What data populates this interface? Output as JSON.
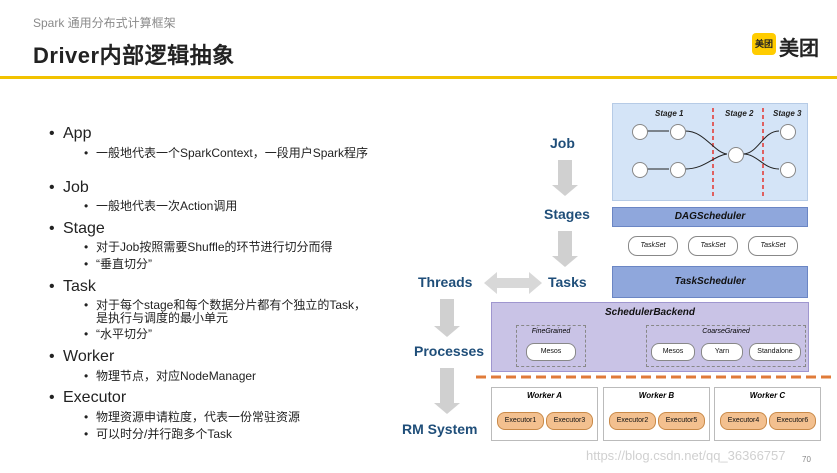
{
  "header": {
    "subtitle": "Spark 通用分布式计算框架",
    "title": "Driver内部逻辑抽象",
    "logo_box": "美团",
    "logo_text": "美团"
  },
  "bullets": [
    {
      "title": "App",
      "subs": [
        "一般地代表一个SparkContext，一段用户Spark程序"
      ]
    },
    {
      "title": "Job",
      "subs": [
        "一般地代表一次Action调用"
      ]
    },
    {
      "title": "Stage",
      "subs": [
        "对于Job按照需要Shuffle的环节进行切分而得",
        "“垂直切分”"
      ]
    },
    {
      "title": "Task",
      "subs": [
        "对于每个stage和每个数据分片都有个独立的Task，是执行与调度的最小单元",
        "“水平切分”"
      ]
    },
    {
      "title": "Worker",
      "subs": [
        "物理节点，对应NodeManager"
      ]
    },
    {
      "title": "Executor",
      "subs": [
        "物理资源申请粒度，代表一份常驻资源",
        "可以时分/并行跑多个Task"
      ]
    }
  ],
  "diagram": {
    "labels": {
      "job": "Job",
      "stages": "Stages",
      "tasks": "Tasks",
      "threads": "Threads",
      "processes": "Processes",
      "rm_system": "RM System"
    },
    "stage_labels": [
      "Stage 1",
      "Stage 2",
      "Stage 3"
    ],
    "dag_scheduler": "DAGScheduler",
    "tasksets": [
      "TaskSet",
      "TaskSet",
      "TaskSet"
    ],
    "task_scheduler": "TaskScheduler",
    "scheduler_backend": "SchedulerBackend",
    "fine_grained": {
      "title": "FineGrained",
      "items": [
        "Mesos"
      ]
    },
    "coarse_grained": {
      "title": "CoarseGrained",
      "items": [
        "Mesos",
        "Yarn",
        "Standalone"
      ]
    },
    "workers": [
      {
        "name": "Worker A",
        "executors": [
          "Executor1",
          "Executor3"
        ]
      },
      {
        "name": "Worker B",
        "executors": [
          "Executor2",
          "Executor5"
        ]
      },
      {
        "name": "Worker C",
        "executors": [
          "Executor4",
          "Executor6"
        ]
      }
    ]
  },
  "footer": {
    "watermark": "https://blog.csdn.net/qq_36366757",
    "page_number": "70"
  },
  "colors": {
    "accent_rule": "#f2c200",
    "label_blue": "#1f4e79",
    "dag_region": "#d4e4f7",
    "scheduler_bar": "#8fa7dc",
    "backend": "#c9c3e6",
    "executor": "#f3c08f",
    "divider_red": "#e3342f",
    "divider_orange": "#e07b39"
  }
}
